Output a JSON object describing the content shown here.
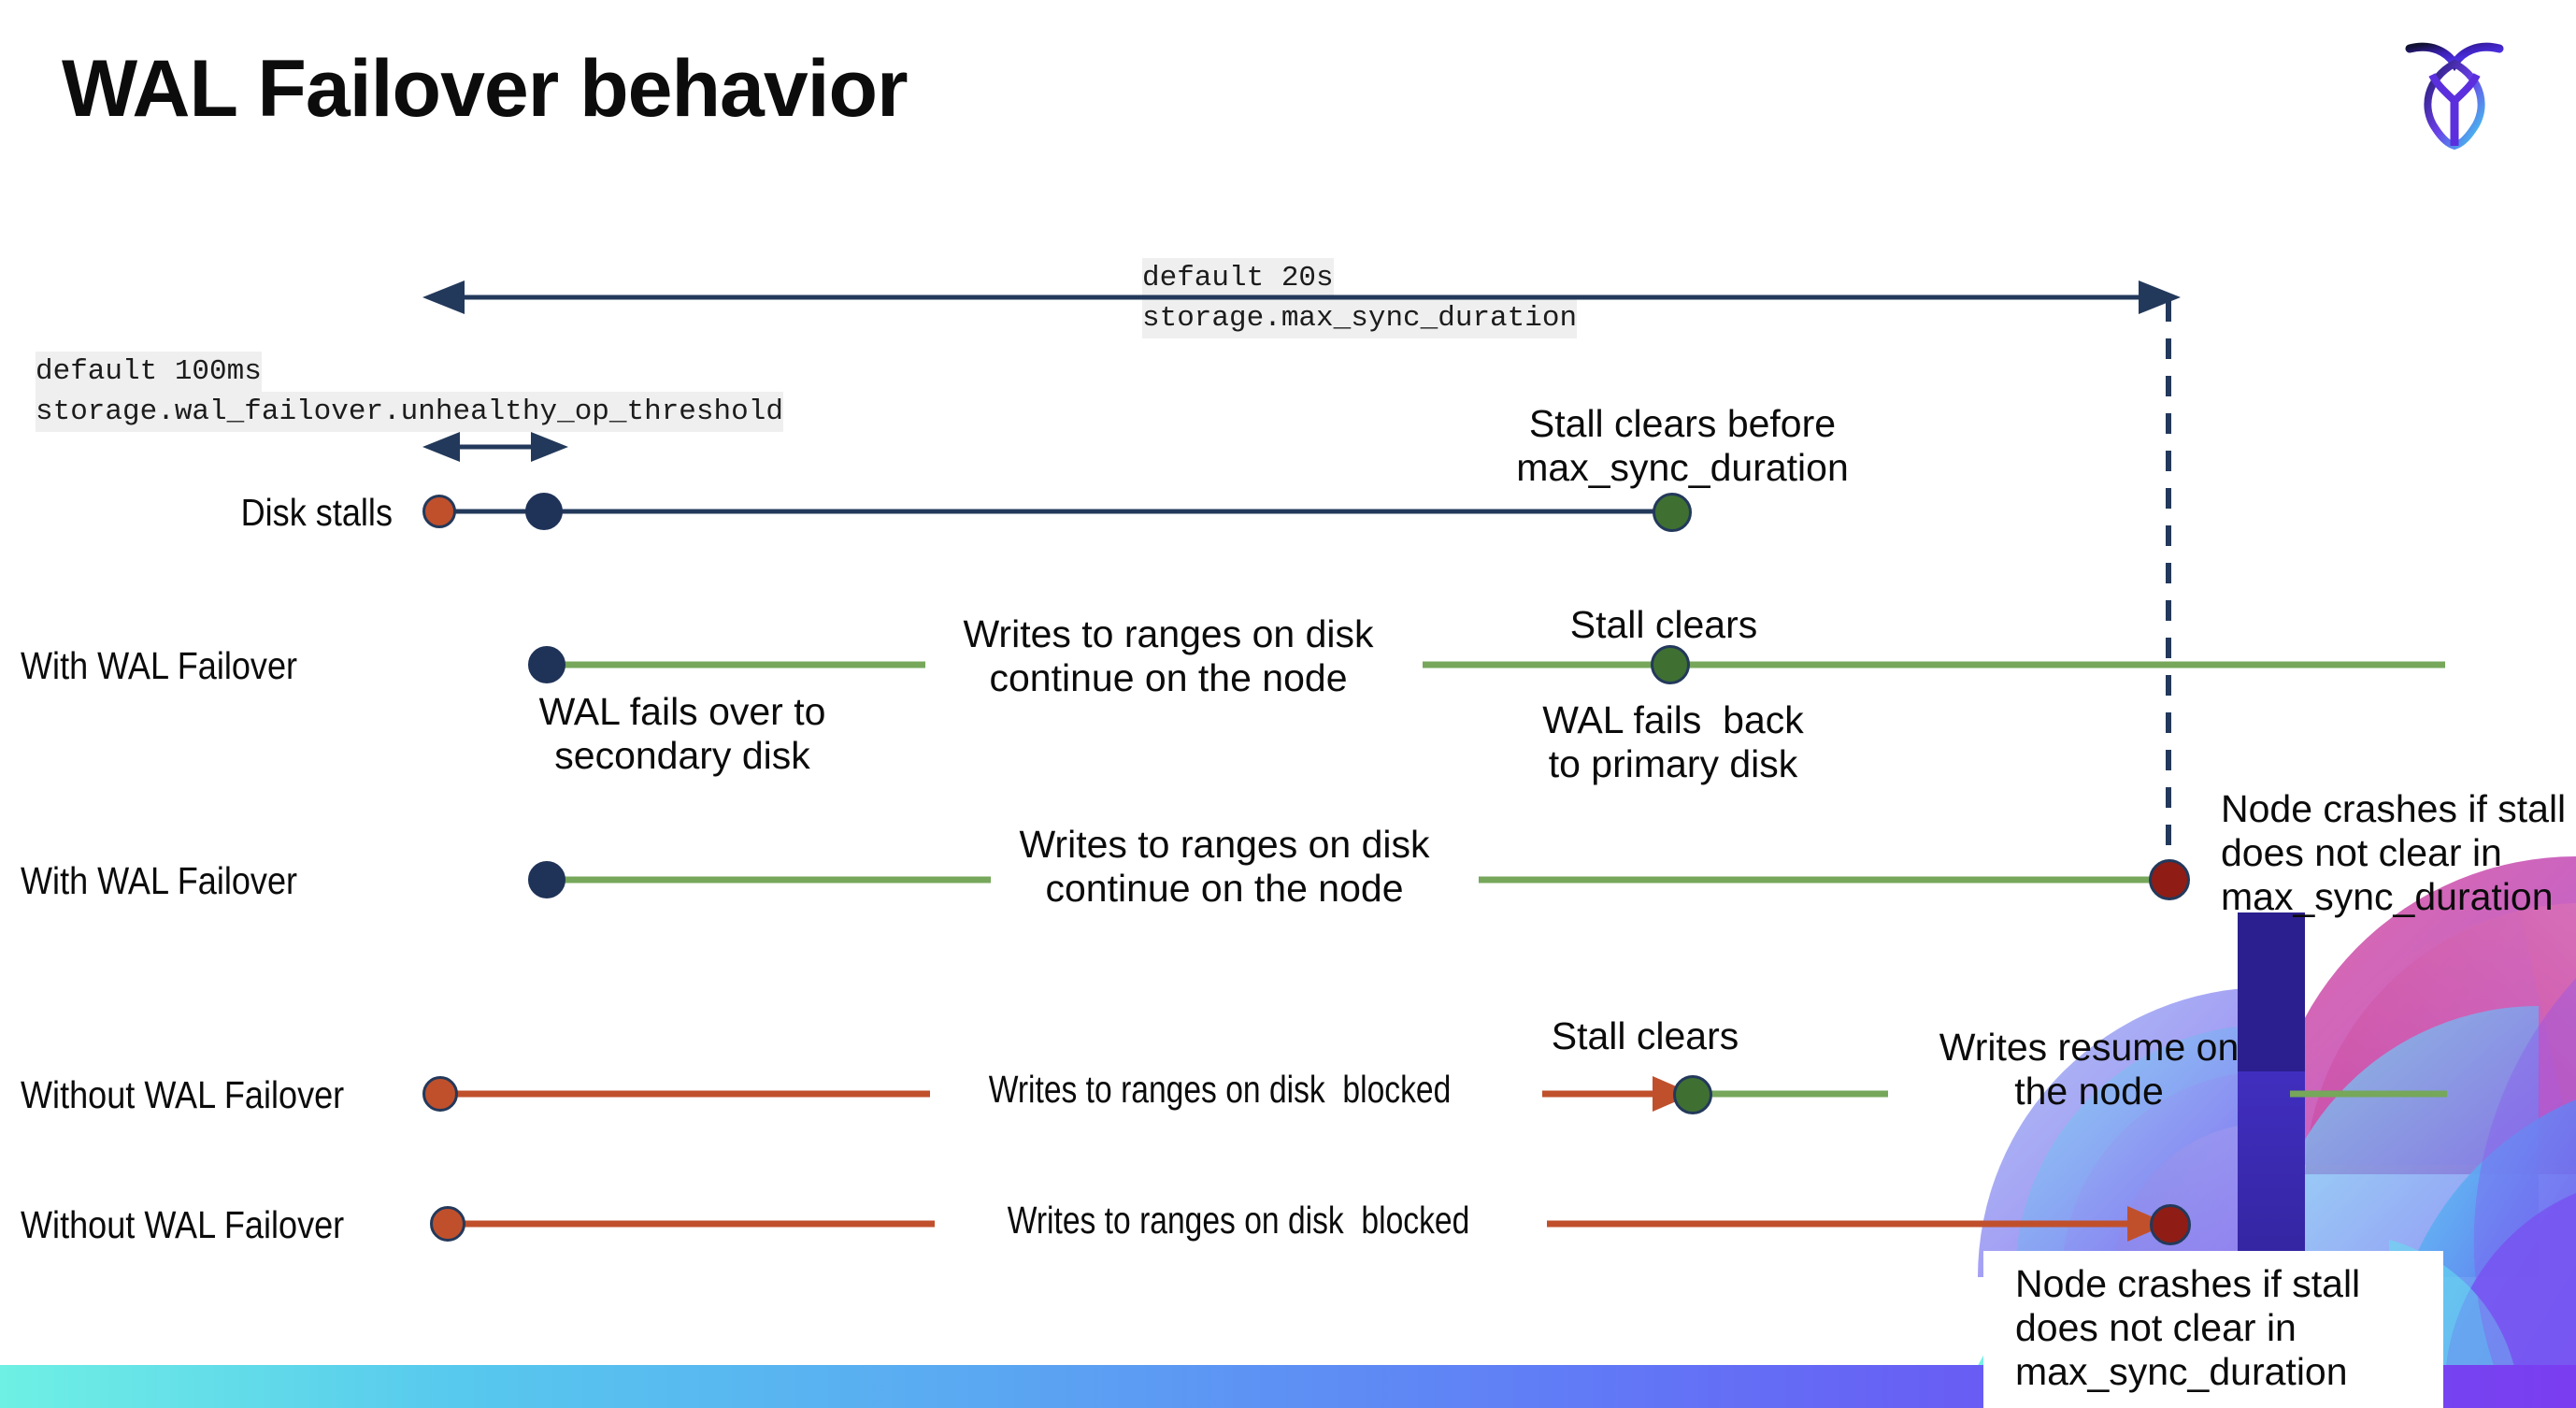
{
  "slide": {
    "title": "WAL Failover behavior",
    "logo_name": "cockroachdb-logo"
  },
  "settings": {
    "max_sync": {
      "default_label": "default 20s",
      "setting_name": "storage.max_sync_duration"
    },
    "unhealthy_op": {
      "default_label": "default 100ms",
      "setting_name": "storage.wal_failover.unhealthy_op_threshold"
    }
  },
  "rows": [
    {
      "label": "Disk stalls"
    },
    {
      "label": "With WAL Failover"
    },
    {
      "label": "With WAL Failover"
    },
    {
      "label": "Without WAL Failover"
    },
    {
      "label": "Without WAL Failover"
    }
  ],
  "annotations": {
    "stall_clears_before": "Stall clears before\nmax_sync_duration",
    "stall_clears_1": "Stall clears",
    "stall_clears_2": "Stall clears",
    "writes_continue_1": "Writes to ranges on disk\ncontinue on the node",
    "writes_continue_2": "Writes to ranges on disk\ncontinue on the node",
    "wal_fails_over": "WAL fails over to\nsecondary disk",
    "wal_fails_back": "WAL fails  back\nto primary disk",
    "node_crashes_1": "Node crashes if stall\ndoes not clear in\nmax_sync_duration",
    "node_crashes_2": "Node crashes if stall\ndoes not clear in\nmax_sync_duration",
    "writes_blocked_1": "Writes to ranges on disk  blocked",
    "writes_blocked_2": "Writes to ranges on disk  blocked",
    "writes_resume": "Writes resume on\nthe node"
  },
  "colors": {
    "navy": "#23395b",
    "green_line": "#76a75b",
    "red_line": "#c0502c",
    "dot_orange": "#c0502c",
    "dot_navy": "#1f3258",
    "dot_green": "#3f7032",
    "dot_darkred": "#8f1d16",
    "code_bg": "#efefef",
    "bottom_bar_from": "#6ef0e4",
    "bottom_bar_to": "#7a3df0"
  }
}
